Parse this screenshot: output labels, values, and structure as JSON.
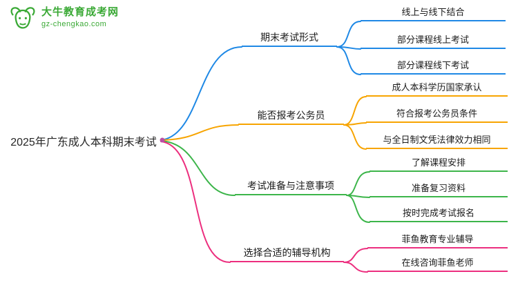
{
  "logo": {
    "site_name": "大牛教育成考网",
    "site_url": "gz-chengkao.com",
    "color": "#3aa935"
  },
  "root": {
    "label": "2025年广东成人本科期末考试",
    "anchor_color": "#bb4fa4"
  },
  "branches": [
    {
      "label": "期末考试形式",
      "color": "#1e88e5",
      "children": [
        "线上与线下结合",
        "部分课程线上考试",
        "部分课程线下考试"
      ]
    },
    {
      "label": "能否报考公务员",
      "color": "#f7a400",
      "children": [
        "成人本科学历国家承认",
        "符合报考公务员条件",
        "与全日制文凭法律效力相同"
      ]
    },
    {
      "label": "考试准备与注意事项",
      "color": "#3cb54a",
      "children": [
        "了解课程安排",
        "准备复习资料",
        "按时完成考试报名"
      ]
    },
    {
      "label": "选择合适的辅导机构",
      "color": "#ec2e7e",
      "children": [
        "菲鱼教育专业辅导",
        "在线咨询菲鱼老师"
      ]
    }
  ]
}
